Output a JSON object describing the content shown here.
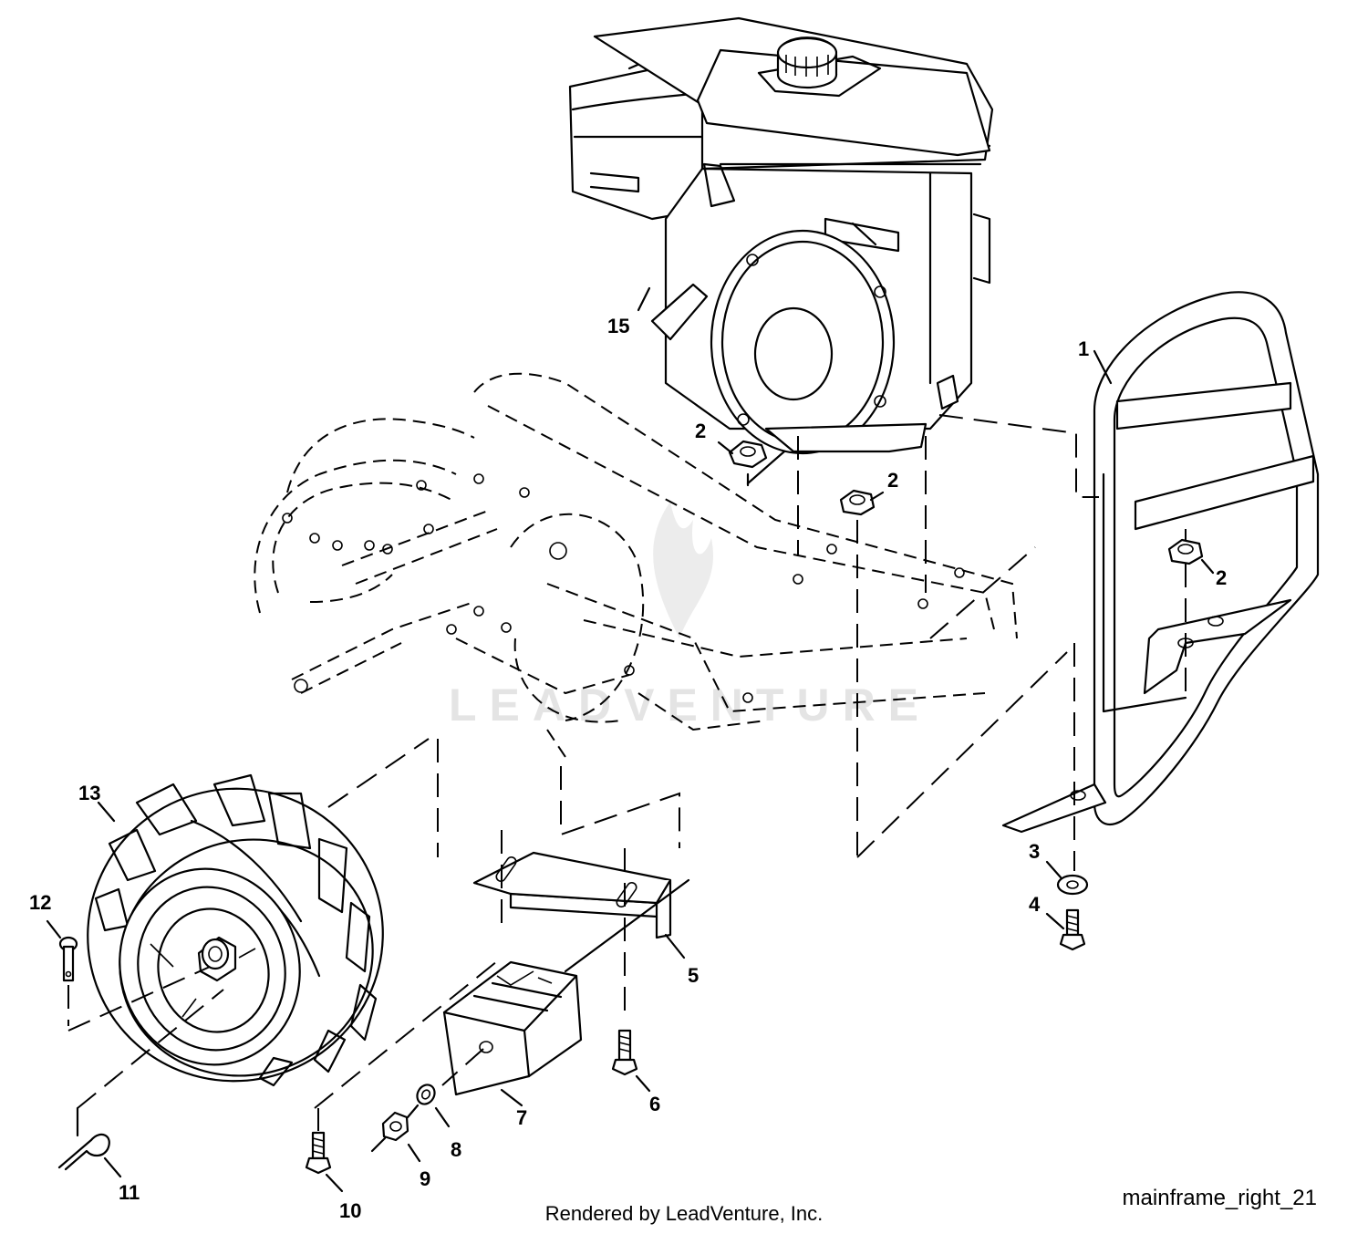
{
  "diagram": {
    "callouts": {
      "c1": "1",
      "c2": "2",
      "c3": "3",
      "c4": "4",
      "c5": "5",
      "c6": "6",
      "c7": "7",
      "c8": "8",
      "c9": "9",
      "c10": "10",
      "c11": "11",
      "c12": "12",
      "c13": "13",
      "c15": "15"
    },
    "watermark": "LEADVENTURE",
    "diagram_id": "mainframe_right_21",
    "credit": "Rendered by LeadVenture, Inc."
  }
}
